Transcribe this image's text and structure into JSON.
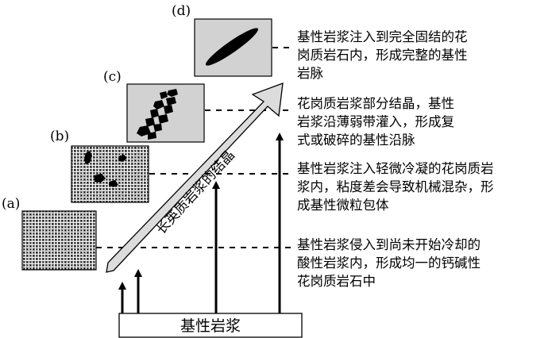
{
  "panels": {
    "a": {
      "label": "(a)"
    },
    "b": {
      "label": "(b)"
    },
    "c": {
      "label": "(c)"
    },
    "d": {
      "label": "(d)"
    }
  },
  "wedge_label": "长英质岩浆的结晶",
  "magma_box_label": "基性岩浆",
  "descriptions": {
    "d": [
      "基性岩浆注入到完全固结的花",
      "岗质岩石内，形成完整的基性",
      "岩脉"
    ],
    "c": [
      "花岗质岩浆部分结晶，基性",
      "岩浆沿薄弱带灌入，形成复",
      "式或破碎的基性沿脉"
    ],
    "b": [
      "基性岩浆注入轻微冷凝的花岗质岩",
      "浆内，粘度差会导致机械混杂，形",
      "成基性微粒包体"
    ],
    "a": [
      "基性岩浆侵入到尚未开始冷却的",
      "酸性岩浆内，形成均一的钙碱性",
      "花岗质岩石中"
    ]
  },
  "colors": {
    "panel_grey": "#d2d2d2",
    "wedge_grey": "#dcdcdc",
    "ink": "#000000"
  }
}
